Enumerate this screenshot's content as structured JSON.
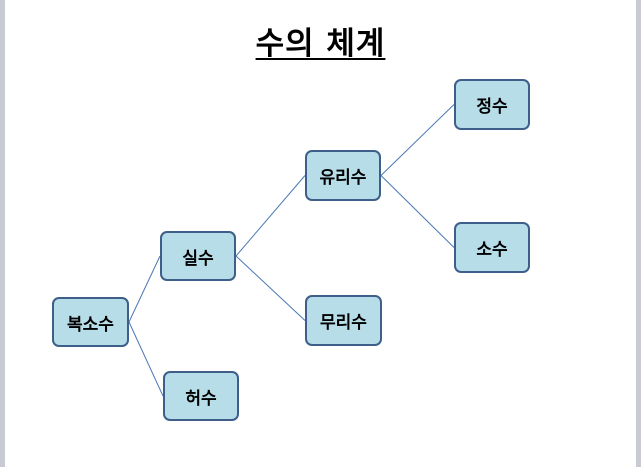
{
  "title": "수의 체계",
  "colors": {
    "node_fill": "#b7dde8",
    "node_border": "#3d5f8a",
    "connector": "#4a78b5"
  },
  "nodes": {
    "complex": "복소수",
    "real": "실수",
    "imaginary": "허수",
    "rational": "유리수",
    "irrational": "무리수",
    "integer": "정수",
    "decimal": "소수"
  },
  "edges": [
    [
      "complex",
      "real"
    ],
    [
      "complex",
      "imaginary"
    ],
    [
      "real",
      "rational"
    ],
    [
      "real",
      "irrational"
    ],
    [
      "rational",
      "integer"
    ],
    [
      "rational",
      "decimal"
    ]
  ]
}
